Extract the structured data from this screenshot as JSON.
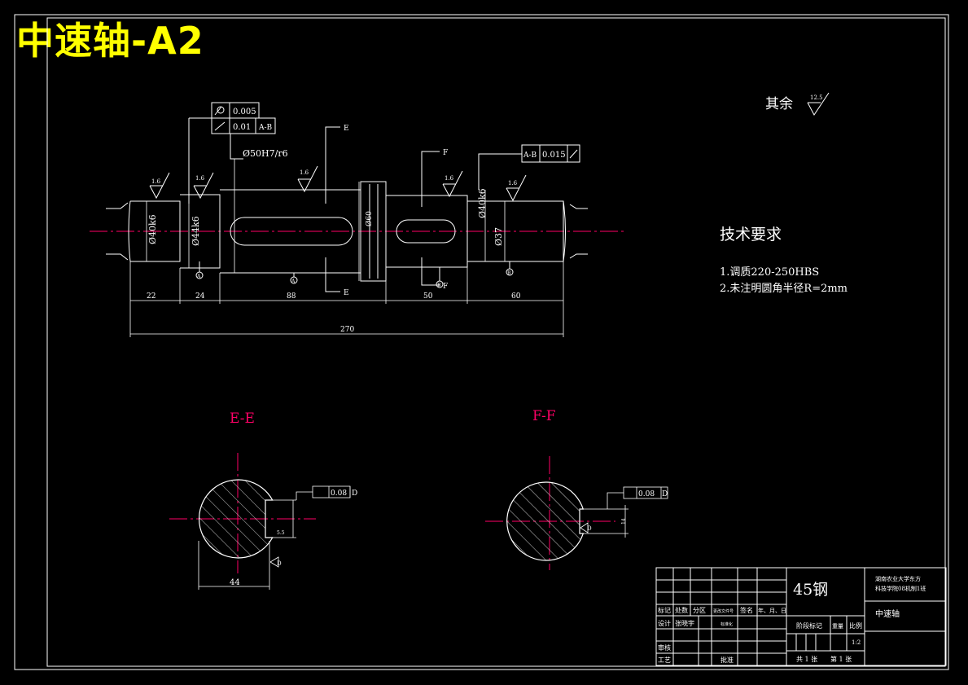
{
  "corner_title": "中速轴-A2",
  "colors": {
    "background": "#000000",
    "lines": "#ffffff",
    "centerline": "#ff0066",
    "title": "#ffff00"
  },
  "roughness_general": {
    "label": "其余",
    "value": "12.5"
  },
  "surface_roughness": [
    "1.6",
    "1.6",
    "1.6",
    "1.6",
    "1.6"
  ],
  "tolerance_frames": {
    "cylindricity": {
      "value": "0.005"
    },
    "runout_left": {
      "value": "0.01",
      "datum": "A-B"
    },
    "runout_right": {
      "datum": "A-B",
      "value": "0.015"
    },
    "symmetry_ee": {
      "value": "0.08",
      "datum": "D"
    },
    "symmetry_ff": {
      "value": "0.08",
      "datum": "D"
    }
  },
  "section_marks": {
    "e_top": "E",
    "e_bottom": "E",
    "f_top": "F",
    "f_bottom": "F"
  },
  "datum_marks": [
    "A",
    "A",
    "B",
    "B"
  ],
  "diameters": {
    "d1": "Ø40k6",
    "d2": "Ø44k6",
    "d3": "Ø50H7/r6",
    "d4": "Ø60",
    "d5": "Ø40k6",
    "d6": "Ø37"
  },
  "lengths": [
    "22",
    "24",
    "88",
    "50",
    "60"
  ],
  "total_length": "270",
  "tech_requirements": {
    "title": "技术要求",
    "items": [
      "1.调质220-250HBS",
      "2.未注明圆角半径R=2mm"
    ]
  },
  "sections": {
    "ee": {
      "label": "E-E",
      "width_dim": "44",
      "depth_dim": "5.5",
      "datum": "D"
    },
    "ff": {
      "label": "F-F",
      "depth_dim": "14",
      "datum": "D"
    }
  },
  "title_block": {
    "material": "45钢",
    "school": "湖南农业大学东方",
    "school_line2": "科技学院08机制1班",
    "part_name": "中速轴",
    "row_labels": [
      "标记",
      "处数",
      "分区",
      "更改文件号",
      "签名",
      "年、月、日"
    ],
    "design": "设计",
    "designer": "张晓宇",
    "standardize": "标准化",
    "review": "审核",
    "process": "工艺",
    "approve": "批准",
    "stage_mark": "阶段标记",
    "weight": "重量",
    "scale": "比例",
    "scale_value": "1:2",
    "total": "共 1 张",
    "sheet": "第 1 张"
  }
}
